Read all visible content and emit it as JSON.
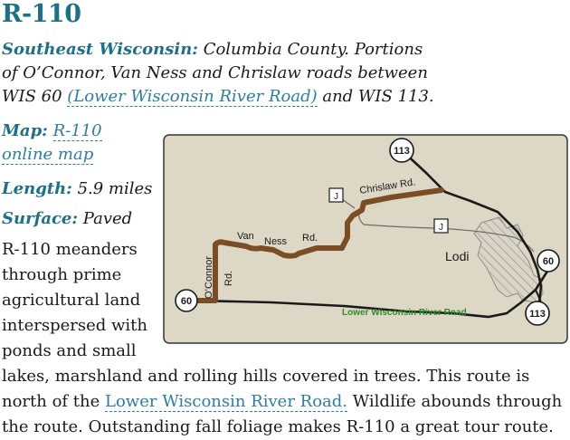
{
  "title": "R-110",
  "intro": {
    "label": "Southeast Wisconsin:",
    "line1": "Columbia County. Portions",
    "line2": "of O’Connor, Van Ness and Chrislaw roads between",
    "line3_pre": "WIS 60 ",
    "line3_link": "(Lower Wisconsin River Road)",
    "line3_post": " and WIS 113."
  },
  "map_row": {
    "label": "Map:",
    "link1": "R-110",
    "link2": "online map"
  },
  "length_row": {
    "label": "Length:",
    "value": "5.9 miles"
  },
  "surface_row": {
    "label": "Surface:",
    "value": "Paved"
  },
  "description": {
    "lines_narrow": [
      "R-110 meanders",
      "through prime",
      "agricultural land",
      "interspersed with",
      "ponds and small"
    ],
    "line6": "lakes, marshland and rolling hills covered in trees. This route is",
    "line7_pre": "north of the ",
    "line7_link": "Lower Wisconsin River Road.",
    "line7_post": " Wildlife abounds through",
    "line8": "the route.  Outstanding fall foliage makes R-110 a great tour route."
  },
  "map": {
    "shields": {
      "wis113_top": "113",
      "wis113_bottom": "113",
      "wis60_right": "60",
      "wis60_left": "60"
    },
    "county_shields": {
      "j_upper": "J",
      "j_right": "J"
    },
    "road_labels": {
      "chrislaw": "Chrislaw Rd.",
      "van": "Van",
      "ness": "Ness",
      "rd": "Rd.",
      "oconnor": "O’Connor",
      "oconnor_rd": "Rd."
    },
    "city": "Lodi",
    "river_road_label": "Lower Wisconsin River Road",
    "colors": {
      "background": "#ddd8c5",
      "route": "#7a4d27",
      "river_road": "#2e8b2e",
      "border": "#333333"
    }
  }
}
